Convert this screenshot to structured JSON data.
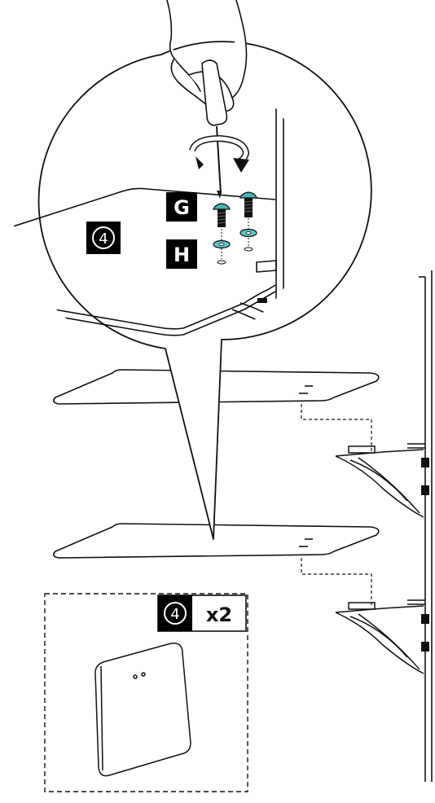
{
  "callouts": {
    "screw_label": "G",
    "washer_label": "H",
    "step_number": "4"
  },
  "parts_box": {
    "part_number": "4",
    "quantity": "x2"
  },
  "colors": {
    "ink": "#111111",
    "screw_teal": "#4fb3b5",
    "washer_teal": "#5fc4c4",
    "label_bg": "#000000",
    "label_text": "#ffffff"
  },
  "icons": {
    "rotation": "rotate-clockwise-arrow-icon",
    "tool": "screwdriver-icon"
  }
}
